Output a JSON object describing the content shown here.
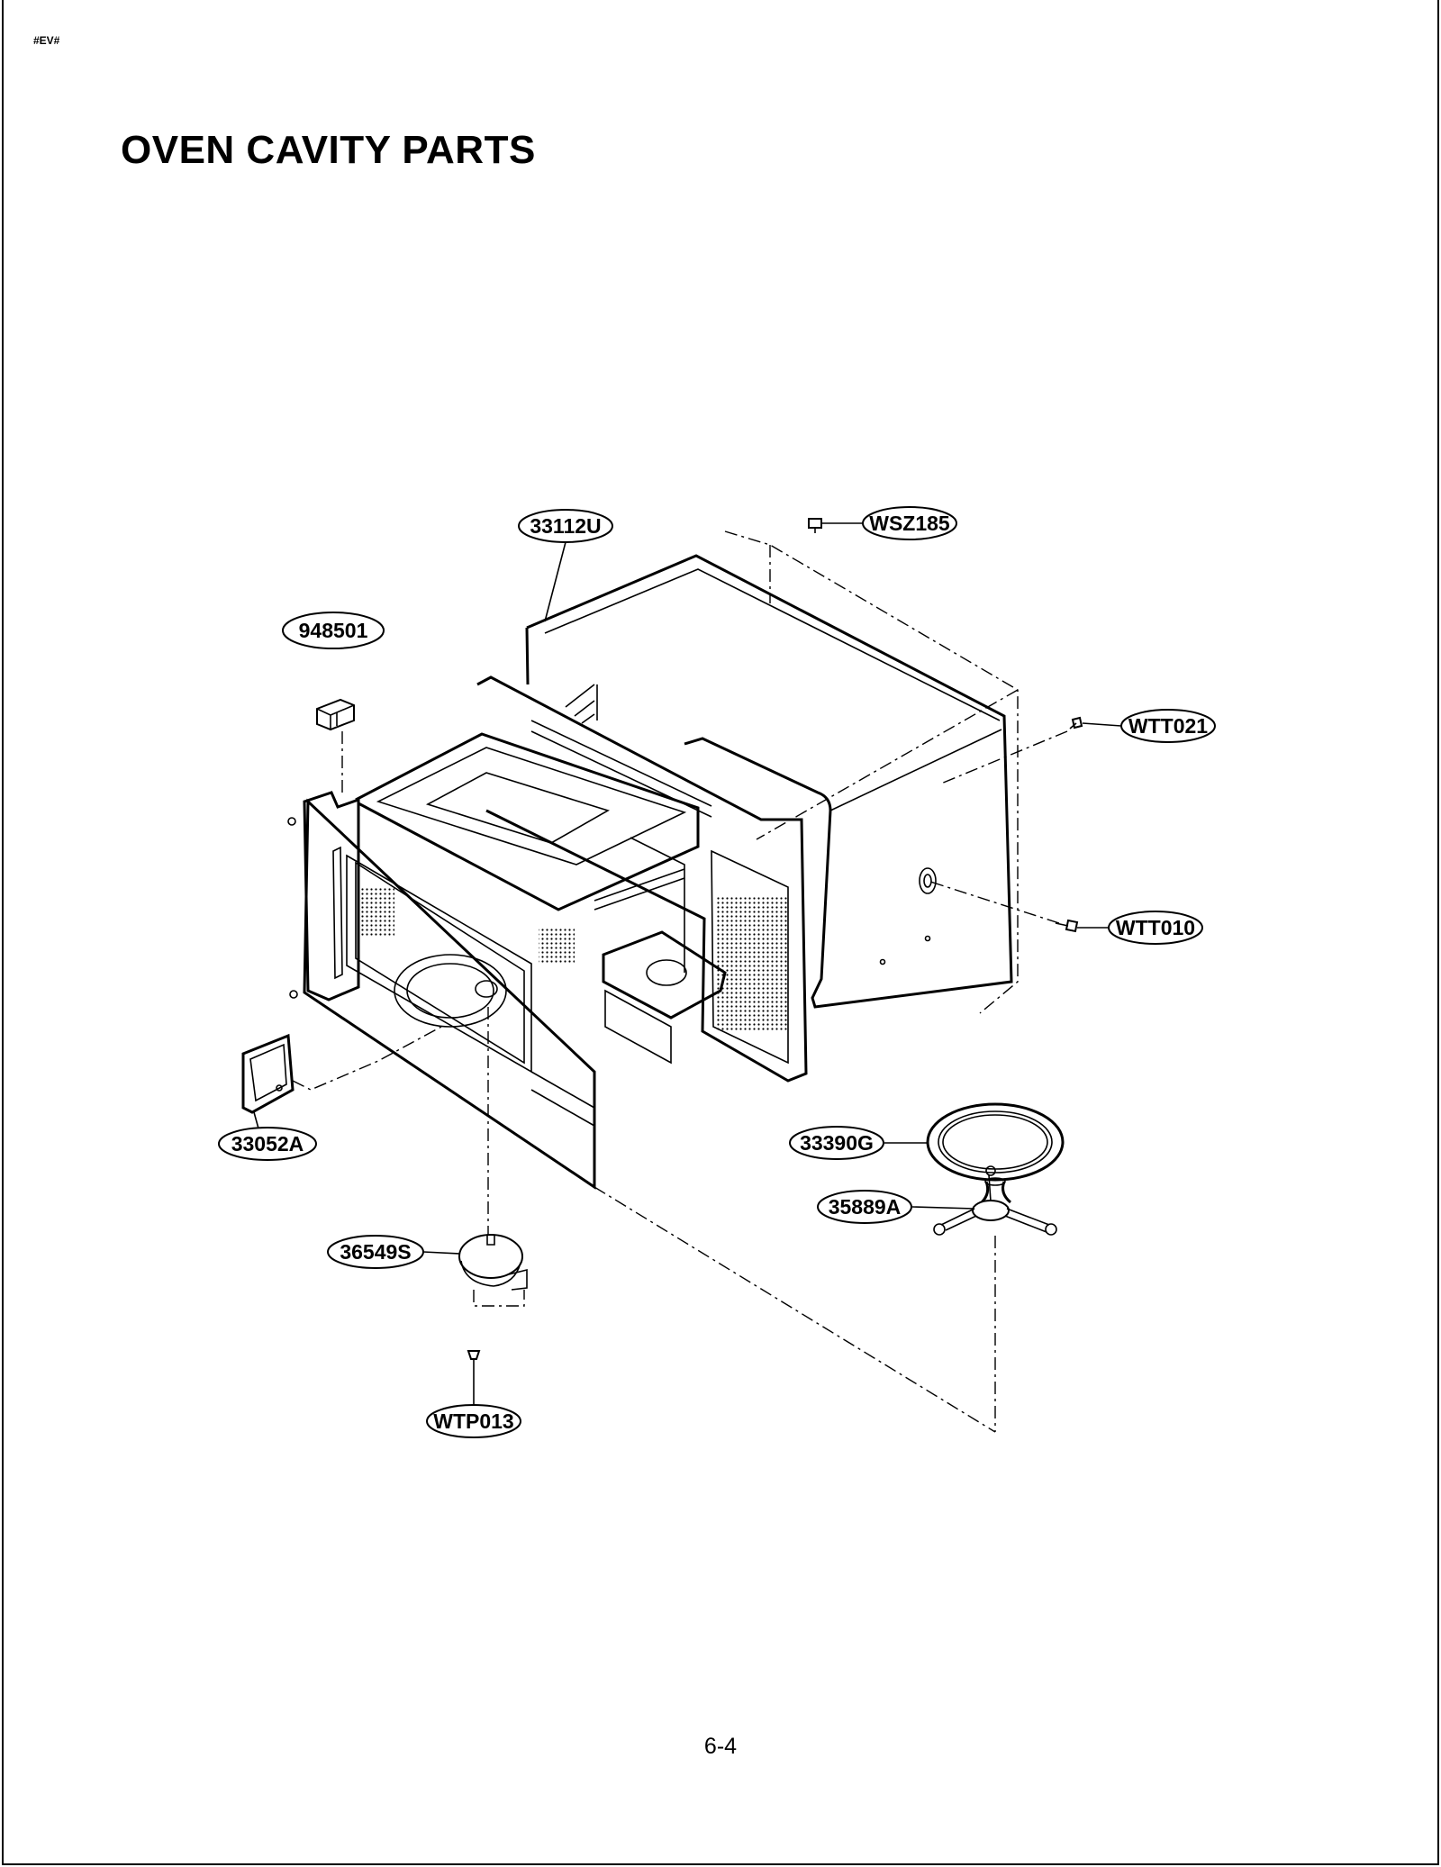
{
  "header": {
    "doc_tag": "#EV#",
    "title": "OVEN CAVITY PARTS"
  },
  "footer": {
    "page_number": "6-4"
  },
  "parts": [
    {
      "id": "33112U"
    },
    {
      "id": "WSZ185"
    },
    {
      "id": "948501"
    },
    {
      "id": "WTT021"
    },
    {
      "id": "WTT010"
    },
    {
      "id": "33052A"
    },
    {
      "id": "33390G"
    },
    {
      "id": "35889A"
    },
    {
      "id": "36549S"
    },
    {
      "id": "WTP013"
    }
  ]
}
